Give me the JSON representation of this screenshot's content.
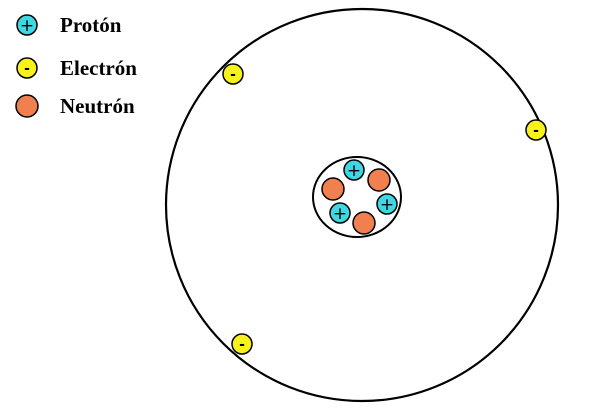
{
  "legend": {
    "proton": {
      "label": "Protón",
      "sign": "+"
    },
    "electron": {
      "label": "Electrón",
      "sign": "-"
    },
    "neutron": {
      "label": "Neutrón"
    }
  },
  "colors": {
    "proton": "#3fd8e2",
    "electron": "#f7f21a",
    "neutron": "#f08050",
    "stroke": "#000000"
  }
}
